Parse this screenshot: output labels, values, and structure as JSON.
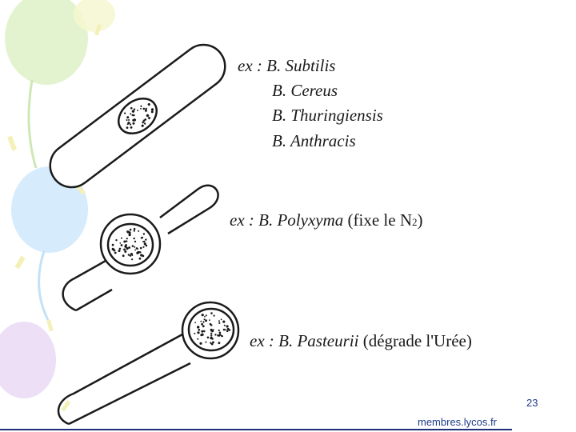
{
  "background": {
    "balloon_colors": [
      "#dff2c8",
      "#cfe8fb",
      "#ead9f5",
      "#f6f7d0"
    ]
  },
  "cell1": {
    "prefix": "ex : ",
    "species": [
      "B. Subtilis",
      "B. Cereus",
      "B. Thuringiensis",
      "B. Anthracis"
    ]
  },
  "cell2": {
    "prefix": "ex : ",
    "species": "B. Polyxyma",
    "note_before": " (fixe le N",
    "note_sub": "2",
    "note_after": ")"
  },
  "cell3": {
    "prefix": "ex : ",
    "species": "B. Pasteurii",
    "note": " (dégrade l'Urée)"
  },
  "footer": {
    "page_number": "23",
    "source": "membres.lycos.fr"
  },
  "colors": {
    "ink": "#1a1a1a",
    "footer_text": "#1f3b8a",
    "divider": "#1f2f7a"
  }
}
